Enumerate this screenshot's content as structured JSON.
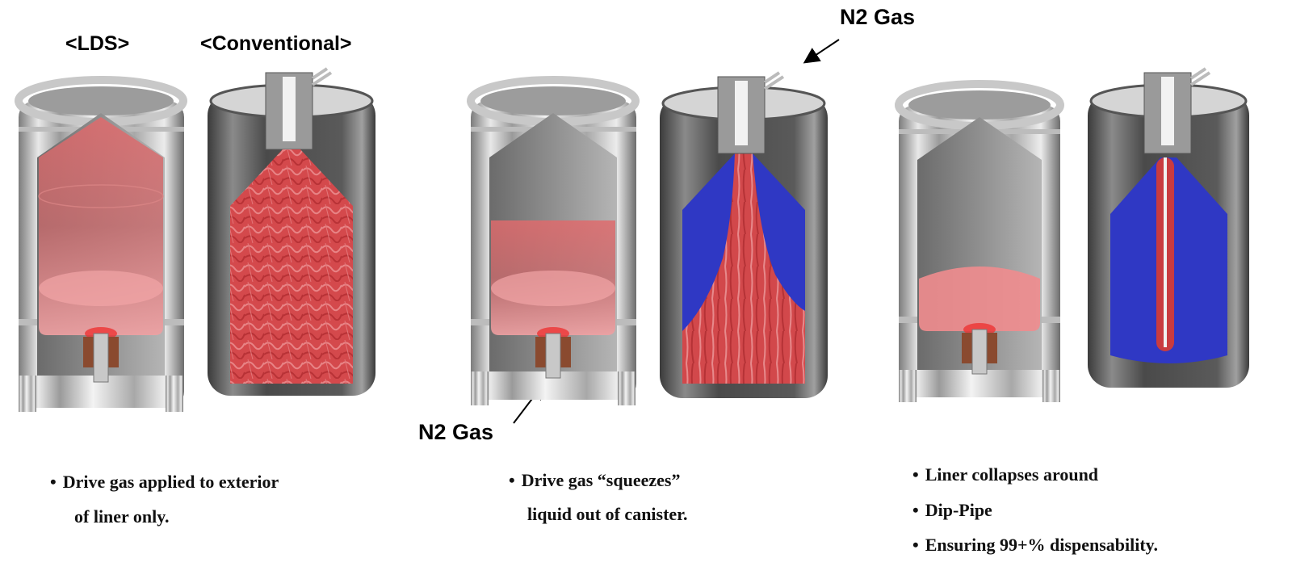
{
  "headers": {
    "lds": "<LDS>",
    "conventional": "<Conventional>"
  },
  "gas_labels": {
    "top": "N2 Gas",
    "bottom": "N2 Gas"
  },
  "captions": {
    "panel1": {
      "bullet": "•",
      "line1": "Drive gas applied to exterior",
      "line2": "of liner only."
    },
    "panel2": {
      "bullet": "•",
      "line1": "Drive gas “squeezes”",
      "line2": "liquid out of canister."
    },
    "panel3": {
      "items": [
        {
          "bullet": "•",
          "text": "Liner collapses around"
        },
        {
          "bullet": "•",
          "text": "Dip-Pipe"
        },
        {
          "bullet": "•",
          "text": "Ensuring 99+% dispensability."
        }
      ]
    }
  },
  "colors": {
    "liquid_red": "#d43a3f",
    "liner_pink": "#e87b7d",
    "gas_blue": "#2f38c4",
    "steel_light": "#d9d9d9",
    "steel_dark": "#5a5a5a",
    "copper": "#8a4a2f"
  },
  "panels": [
    {
      "lds_fill_level": 1.0,
      "conventional_state": "full"
    },
    {
      "lds_fill_level": 0.45,
      "conventional_state": "squeezing"
    },
    {
      "lds_fill_level": 0.15,
      "conventional_state": "collapsed"
    }
  ]
}
